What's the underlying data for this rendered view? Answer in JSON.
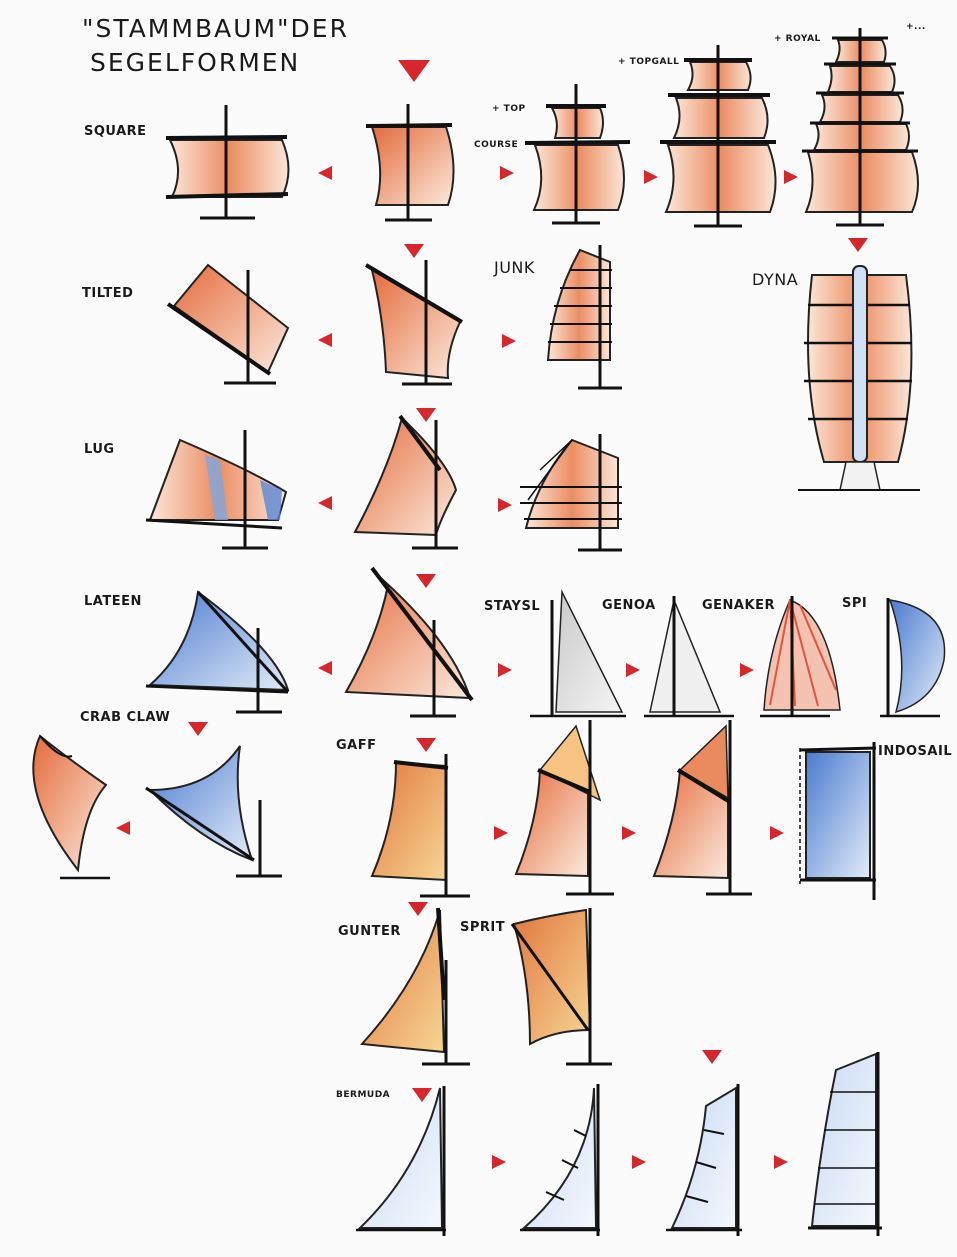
{
  "title": {
    "line1": "\"STAMMBAUM\"DER",
    "line2": "SEGELFORMEN"
  },
  "labels": {
    "square": "SQUARE",
    "top": "+ TOP",
    "course": "COURSE",
    "topgall": "+ TOPGALL",
    "royal": "+ ROYAL",
    "more": "+...",
    "tilted": "TILTED",
    "junk": "JUNK",
    "dyna": "DYNA",
    "lug": "LUG",
    "lateen": "LATEEN",
    "stysl": "STAYSL",
    "genoa": "GENOA",
    "genaker": "GENAKER",
    "spi": "SPI",
    "crabclaw": "CRAB CLAW",
    "gaff": "GAFF",
    "indosail": "INDOSAIL",
    "gunter": "GUNTER",
    "sprit": "SPRIT",
    "bermuda": "BERMUDA"
  },
  "colors": {
    "arrow": "#d9262c",
    "ink": "#1a1a1a",
    "orange": "#e98a5f",
    "orange_light": "#f7dfcd",
    "yellow": "#f3c77a",
    "blue": "#6e97d6",
    "blue_light": "#dbe7f7",
    "grey": "#d9d9d9"
  }
}
